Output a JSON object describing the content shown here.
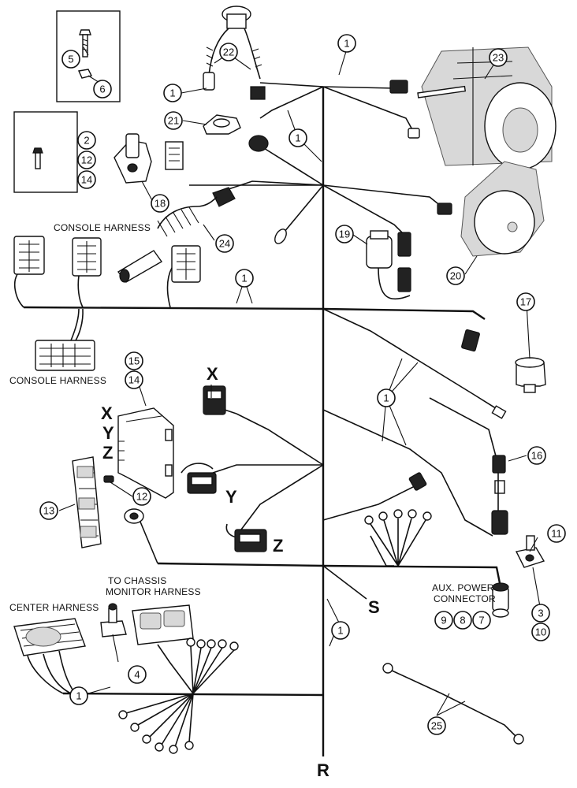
{
  "labels": {
    "console_harness_top": "CONSOLE HARNESS",
    "console_harness_bottom": "CONSOLE HARNESS",
    "to_chassis_1": "TO CHASSIS",
    "to_chassis_2": "MONITOR HARNESS",
    "center_harness": "CENTER HARNESS",
    "aux_power_1": "AUX. POWER",
    "aux_power_2": "CONNECTOR"
  },
  "letters": {
    "x_top": "X",
    "x_module": "X",
    "y_module": "Y",
    "z_module": "Z",
    "y_connector": "Y",
    "z_connector": "Z",
    "s": "S",
    "r": "R"
  },
  "callouts": {
    "c1_top": "1",
    "c1_left": "1",
    "c1_mid": "1",
    "c1_console": "1",
    "c1_right_a": "1",
    "c1_bottom": "1",
    "c1_lower_left": "1",
    "c2": "2",
    "c3": "3",
    "c4": "4",
    "c5": "5",
    "c6": "6",
    "c7": "7",
    "c8": "8",
    "c9": "9",
    "c10": "10",
    "c11": "11",
    "c12_box": "12",
    "c12": "12",
    "c13": "13",
    "c14_box": "14",
    "c14": "14",
    "c15": "15",
    "c16": "16",
    "c17": "17",
    "c18": "18",
    "c19": "19",
    "c20": "20",
    "c21": "21",
    "c22": "22",
    "c23": "23",
    "c24": "24",
    "c25": "25"
  },
  "colors": {
    "ink": "#111111",
    "paper": "#ffffff"
  }
}
